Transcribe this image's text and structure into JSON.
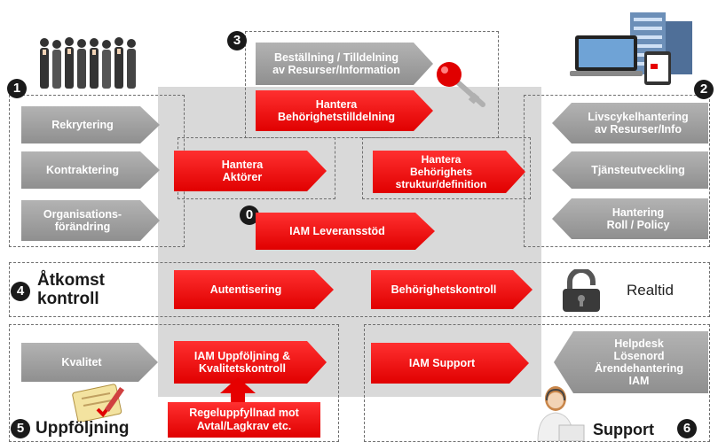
{
  "numbers": {
    "n0": "0",
    "n1": "1",
    "n2": "2",
    "n3": "3",
    "n4": "4",
    "n5": "5",
    "n6": "6"
  },
  "section1": {
    "items": [
      "Rekrytering",
      "Kontraktering",
      "Organisations-\nförändring"
    ]
  },
  "section2": {
    "items": [
      "Livscykelhantering\nav Resurser/Info",
      "Tjänsteutveckling",
      "Hantering\nRoll / Policy"
    ]
  },
  "section3": {
    "grey": "Beställning / Tilldelning\nav Resurser/Information",
    "red": "Hantera\nBehörighetstilldelning"
  },
  "core": {
    "aktorer": "Hantera\nAktörer",
    "struktur": "Hantera\nBehörighets\nstruktur/definition",
    "leverans": "IAM Leveransstöd"
  },
  "section4": {
    "title": "Åtkomst\nkontroll",
    "auth": "Autentisering",
    "behkontroll": "Behörighetskontroll",
    "realtid": "Realtid"
  },
  "section5": {
    "title": "Uppföljning",
    "kvalitet": "Kvalitet",
    "uppfoljning": "IAM Uppföljning &\nKvalitetskontroll",
    "regel": "Regeluppfyllnad mot\nAvtal/Lagkrav etc."
  },
  "section6": {
    "title": "Support",
    "support": "IAM Support",
    "helpdesk": "Helpdesk\nLösenord\nÄrendehantering\nIAM"
  },
  "colors": {
    "red": "#e60000",
    "grey": "#9e9e9e",
    "core": "#d9d9d9"
  }
}
